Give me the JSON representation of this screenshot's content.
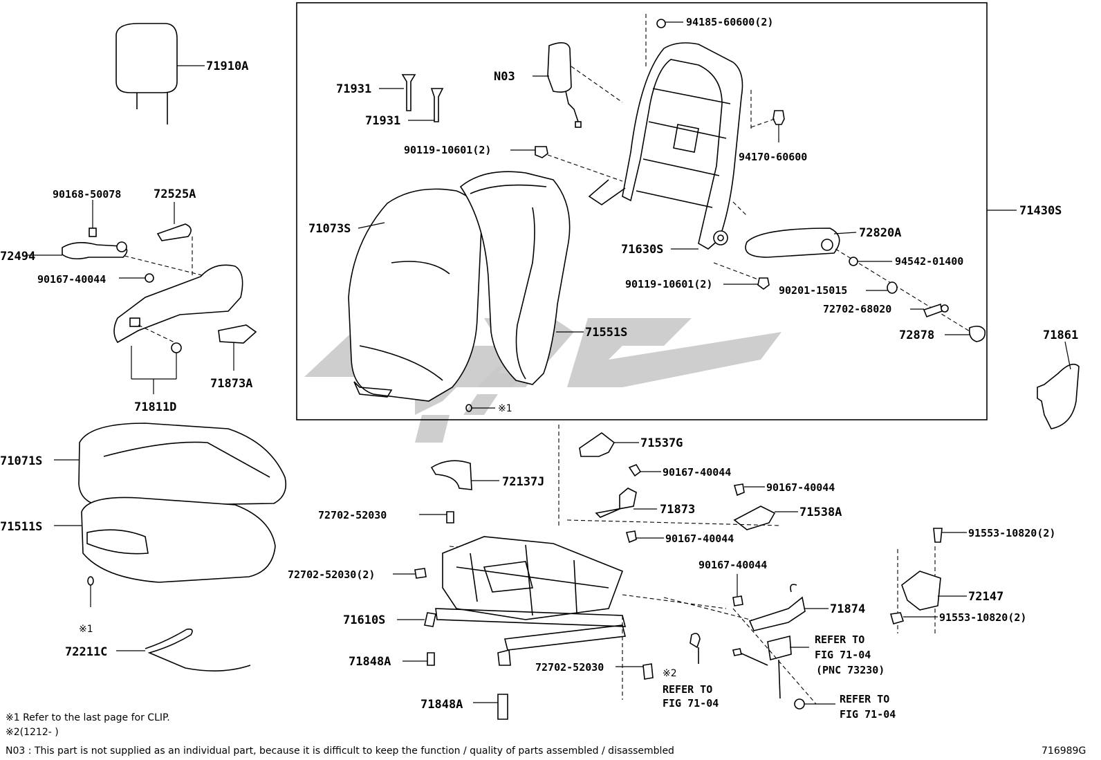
{
  "labels": {
    "l71910A": "71910A",
    "l90168_50078": "90168-50078",
    "l72525A": "72525A",
    "l72494": "72494",
    "l90167_40044_a": "90167-40044",
    "l71873A": "71873A",
    "l71811D": "71811D",
    "l71931_a": "71931",
    "l71931_b": "71931",
    "lN03": "N03",
    "l94185_60600": "94185-60600(2)",
    "l94170_60600": "94170-60600",
    "l90119_10601_a": "90119-10601(2)",
    "l71073S": "71073S",
    "l71430S": "71430S",
    "l72820A": "72820A",
    "l71630S": "71630S",
    "l94542_01400": "94542-01400",
    "l90119_10601_b": "90119-10601(2)",
    "l90201_15015": "90201-15015",
    "l72702_68020": "72702-68020",
    "l72878": "72878",
    "l71551S": "71551S",
    "l71861": "71861",
    "clip_mark_top": "※1",
    "l71071S": "71071S",
    "l71511S": "71511S",
    "clip_mark_left": "※1",
    "l72211C": "72211C",
    "l71537G": "71537G",
    "l90167_40044_b": "90167-40044",
    "l72137J": "72137J",
    "l90167_40044_c": "90167-40044",
    "l72702_52030_a": "72702-52030",
    "l71873": "71873",
    "l71538A": "71538A",
    "l90167_40044_d": "90167-40044",
    "l91553_10820_a": "91553-10820(2)",
    "l72702_52030_b": "72702-52030(2)",
    "l90167_40044_e": "90167-40044",
    "l72147": "72147",
    "l71610S": "71610S",
    "l71874": "71874",
    "l91553_10820_b": "91553-10820(2)",
    "l71848A_a": "71848A",
    "l72702_52030_c": "72702-52030",
    "mark2": "※2",
    "refer_a1": "REFER TO",
    "refer_a2": "FIG 71-04",
    "refer_b1": "REFER TO",
    "refer_b2": "FIG 71-04",
    "refer_b3": "(PNC 73230)",
    "refer_c1": "REFER TO",
    "refer_c2": "FIG 71-04",
    "l71848A_b": "71848A"
  },
  "footnotes": {
    "note1": "※1 Refer to the last page for CLIP.",
    "note2": "※2(1212-      )",
    "note3": "N03 : This part is not supplied as an individual part, because it is difficult to keep the function / quality of parts assembled / disassembled",
    "figure_code": "716989G"
  }
}
